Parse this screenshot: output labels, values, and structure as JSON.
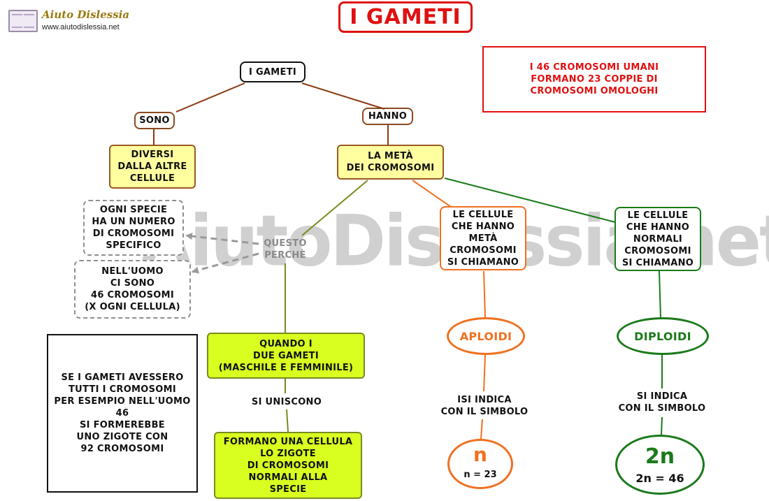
{
  "header": {
    "logo_text": "Aiuto Dislessia",
    "logo_url_text": "www.aiutodislessia.net",
    "title": "I GAMETI"
  },
  "watermark_text": "AiutoDislessia.net",
  "info_box": {
    "text": "I 46 CROMOSOMI UMANI\nFORMANO 23 COPPIE DI\nCROMOSOMI   OMOLOGHI"
  },
  "map": {
    "root": "I GAMETI",
    "link_sono": "SONO",
    "link_hanno": "HANNO",
    "diversi": "DIVERSI\nDALLA ALTRE\nCELLULE",
    "meta": "LA METÀ\nDEI CROMOSOMI",
    "questo_perche": "QUESTO\nPERCHÈ",
    "ogni_specie": "OGNI SPECIE\nHA UN NUMERO\nDI CROMOSOMI\nSPECIFICO",
    "uomo": "NELL'UOMO\nCI SONO\n46 CROMOSOMI\n(X OGNI CELLULA)",
    "cellule_meta": "LE CELLULE\nCHE HANNO\nMETÀ\nCROMOSOMI\nSI CHIAMANO",
    "cellule_normali": "LE CELLULE\nCHE HANNO\nNORMALI\nCROMOSOMI\nSI CHIAMANO",
    "aploidi": "APLOIDI",
    "diploidi": "DIPLOIDI",
    "indica_left": "ISI INDICA\nCON IL SIMBOLO",
    "indica_right": "SI INDICA\nCON IL SIMBOLO",
    "n_symbol": "n",
    "n_value": "n = 23",
    "twon_symbol": "2n",
    "twon_value": "2n = 46",
    "quando": "QUANDO I\nDUE GAMETI\n(MASCHILE E FEMMINILE)",
    "si_uniscono": "SI UNISCONO",
    "formano": "FORMANO UNA CELLULA\nLO ZIGOTE\nDI CROMOSOMI\nNORMALI ALLA\nSPECIE",
    "ipotesi": "SE I GAMETI AVESSERO\nTUTTI I CROMOSOMI\nPER ESEMPIO NELL'UOMO\n46\nSI FORMEREBBE\nUNO ZIGOTE CON\n92 CROMOSOMI"
  },
  "colors": {
    "red": "#e01010",
    "orange": "#f07020",
    "green": "#1a7a1a",
    "brown": "#8a4a20",
    "olive": "#7a8a20",
    "yellow_fill": "#ffffa0",
    "lime_fill": "#d8ff20"
  }
}
